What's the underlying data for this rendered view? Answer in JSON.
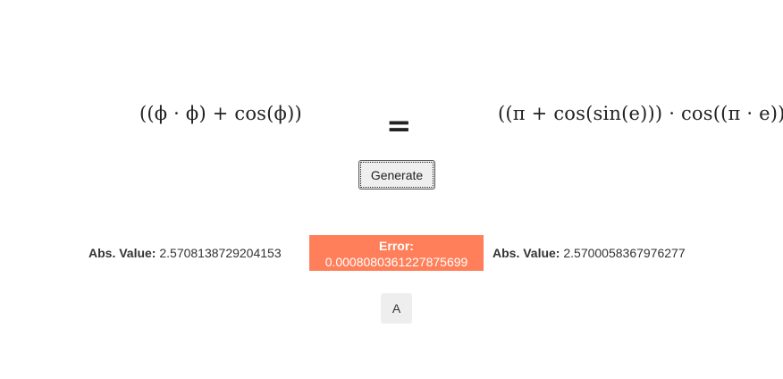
{
  "equation": {
    "left_expression": "((ϕ · ϕ) + cos(ϕ))",
    "equals": "=",
    "right_expression": "((π + cos(sin(e))) · cos((π · e)))"
  },
  "controls": {
    "generate_label": "Generate",
    "a_label": "A"
  },
  "left_value": {
    "label": "Abs. Value:",
    "value": "2.5708138729204153"
  },
  "right_value": {
    "label": "Abs. Value:",
    "value": "2.5700058367976277"
  },
  "error": {
    "label": "Error:",
    "value": "0.0008080361227875699",
    "color": "#ff7f5a"
  }
}
